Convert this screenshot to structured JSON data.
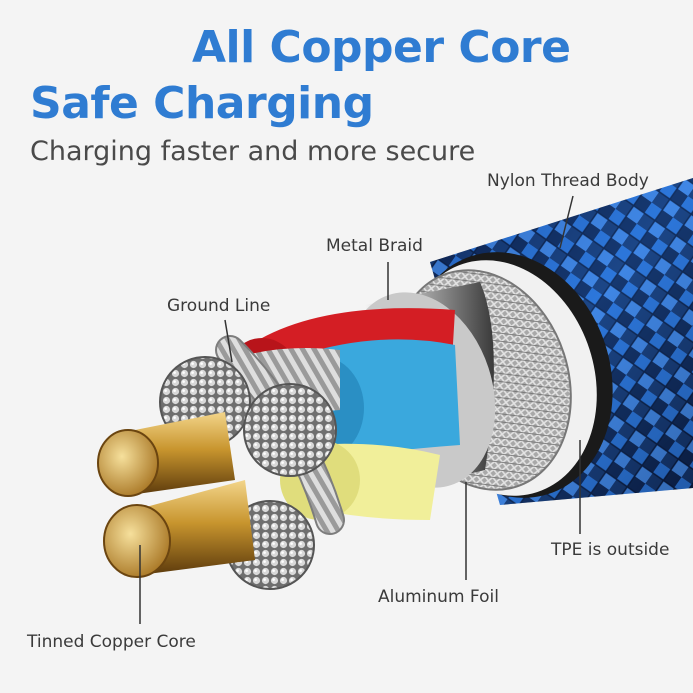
{
  "headline": {
    "line1": "All Copper Core",
    "line2": "Safe Charging",
    "subtitle": "Charging faster and more secure"
  },
  "labels": {
    "nylon": "Nylon Thread Body",
    "metal_braid": "Metal Braid",
    "ground_line": "Ground Line",
    "tpe": "TPE is outside",
    "aluminum_foil": "Aluminum Foil",
    "tinned_core": "Tinned Copper Core"
  },
  "colors": {
    "headline": "#2f7cd2",
    "nylon_blue": "#1f5fb8",
    "red_wire": "#d41e24",
    "blue_wire": "#3aa8dd",
    "yellow_wire": "#f1ef9a",
    "copper": "#c8952e",
    "tpe": "#f2f2f2"
  }
}
